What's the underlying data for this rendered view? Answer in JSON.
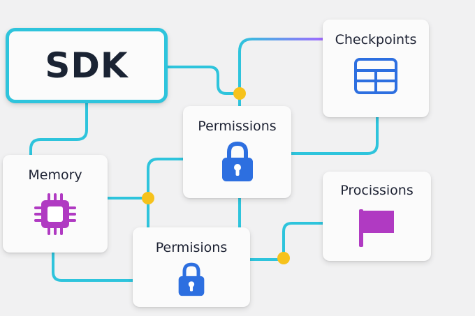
{
  "colors": {
    "connector": "#2ec4dc",
    "junction_dot": "#f6c21c",
    "accent_gradient_end": "#a06bff",
    "blue_icon": "#2d6fe0",
    "purple_icon": "#b03ac2"
  },
  "nodes": {
    "sdk": {
      "label": "SDK"
    },
    "checkpoints": {
      "label": "Checkpoints",
      "icon": "table-grid-icon"
    },
    "permissions": {
      "label": "Permissions",
      "icon": "lock-icon"
    },
    "memory": {
      "label": "Memory",
      "icon": "chip-icon"
    },
    "procissions": {
      "label": "Procissions",
      "icon": "flag-icon"
    },
    "permisions": {
      "label": "Permisions",
      "icon": "lock-icon"
    }
  }
}
